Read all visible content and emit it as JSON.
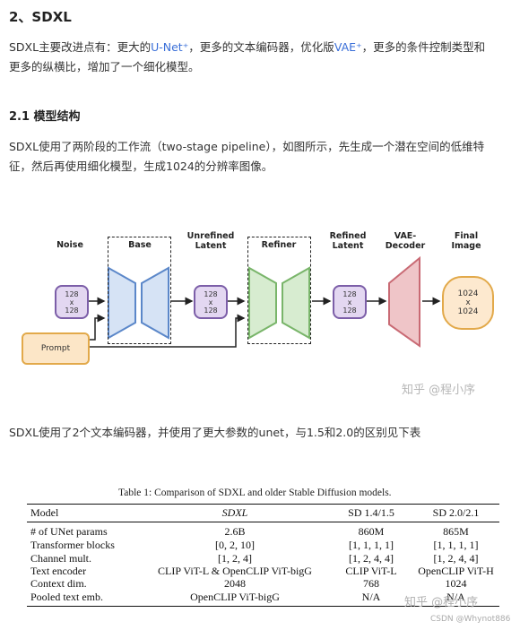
{
  "heading": "2、SDXL",
  "intro": {
    "before_unet": "SDXL主要改进点有：更大的",
    "unet_link": "U-Net⁺",
    "middle": "，更多的文本编码器，优化版",
    "vae_link": "VAE⁺",
    "after": "，更多的条件控制类型和",
    "line2": "更多的纵横比，增加了一个细化模型。"
  },
  "section_title": "2.1 模型结构",
  "section_text_line1": "SDXL使用了两阶段的工作流（two-stage pipeline），如图所示，先生成一个潜在空间的低维特",
  "section_text_line2": "征，然后再使用细化模型，生成1024的分辨率图像。",
  "diagram": {
    "labels": {
      "noise": "Noise",
      "base": "Base",
      "unrefined_1": "Unrefined",
      "unrefined_2": "Latent",
      "refiner": "Refiner",
      "refined_1": "Refined",
      "refined_2": "Latent",
      "vae_1": "VAE-",
      "vae_2": "Decoder",
      "final_1": "Final",
      "final_2": "Image",
      "prompt": "Prompt"
    },
    "latent_top": "128",
    "latent_mid": "x",
    "latent_bot": "128",
    "final_top": "1024",
    "final_mid": "x",
    "final_bot": "1024",
    "colors": {
      "unet_fill": "#d6e3f5",
      "unet_stroke": "#5b87c9",
      "refiner_fill": "#d7ecd0",
      "refiner_stroke": "#79b56a",
      "vae_fill": "#efc5c8",
      "vae_stroke": "#c96a74"
    }
  },
  "watermark_zhihu": "知乎 @程小序",
  "text_after_diagram": "SDXL使用了2个文本编码器，并使用了更大参数的unet，与1.5和2.0的区别见下表",
  "table": {
    "caption": "Table 1:  Comparison of SDXL and older Stable Diffusion models.",
    "header": [
      "Model",
      "SDXL",
      "SD 1.4/1.5",
      "SD 2.0/2.1"
    ],
    "rows": [
      [
        "# of UNet params",
        "2.6B",
        "860M",
        "865M"
      ],
      [
        "Transformer blocks",
        "[0, 2, 10]",
        "[1, 1, 1, 1]",
        "[1, 1, 1, 1]"
      ],
      [
        "Channel mult.",
        "[1, 2, 4]",
        "[1, 2, 4, 4]",
        "[1, 2, 4, 4]"
      ],
      [
        "Text encoder",
        "CLIP ViT-L & OpenCLIP ViT-bigG",
        "CLIP ViT-L",
        "OpenCLIP ViT-H"
      ],
      [
        "Context dim.",
        "2048",
        "768",
        "1024"
      ],
      [
        "Pooled text emb.",
        "OpenCLIP ViT-bigG",
        "N/A",
        "N/A"
      ]
    ]
  },
  "watermark_zhihu_2": "知乎 @程小序",
  "csdn_watermark": "CSDN @Whynot886"
}
